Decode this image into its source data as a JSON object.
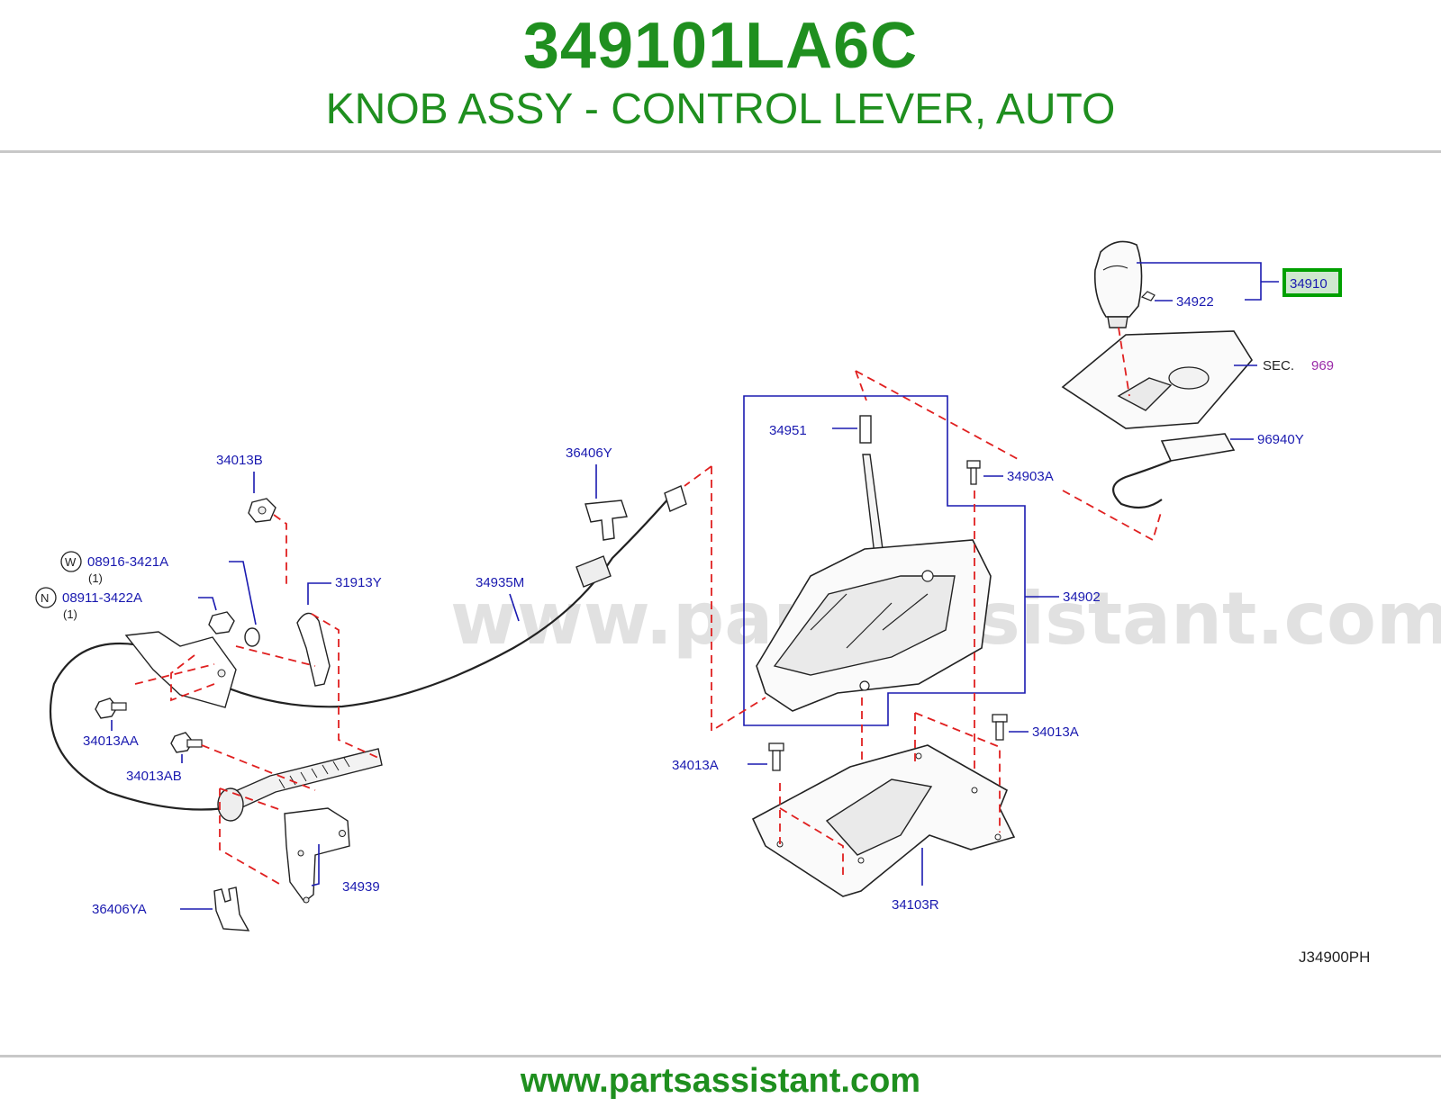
{
  "header": {
    "part_number": "349101LA6C",
    "part_name": "KNOB ASSY - CONTROL LEVER, AUTO"
  },
  "watermark": "www.partsassistant.com",
  "footer": {
    "url": "www.partsassistant.com"
  },
  "diagram": {
    "code": "J34900PH",
    "highlighted_part": "34910",
    "labels": {
      "p34910": "34910",
      "p34922": "34922",
      "sec": "SEC.",
      "sec_num": "969",
      "p96940Y": "96940Y",
      "p34951": "34951",
      "p34903A": "34903A",
      "p34902": "34902",
      "p34013A_right": "34013A",
      "p34013A_left": "34013A",
      "p34103R": "34103R",
      "p36406Y": "36406Y",
      "p34935M": "34935M",
      "p34013B": "34013B",
      "p31913Y": "31913Y",
      "w_circle": "W",
      "p08916": "08916-3421A",
      "qty1_a": "(1)",
      "n_circle": "N",
      "p08911": "08911-3422A",
      "qty1_b": "(1)",
      "p34013AA": "34013AA",
      "p34013AB": "34013AB",
      "p34939": "34939",
      "p36406YA": "36406YA"
    }
  }
}
